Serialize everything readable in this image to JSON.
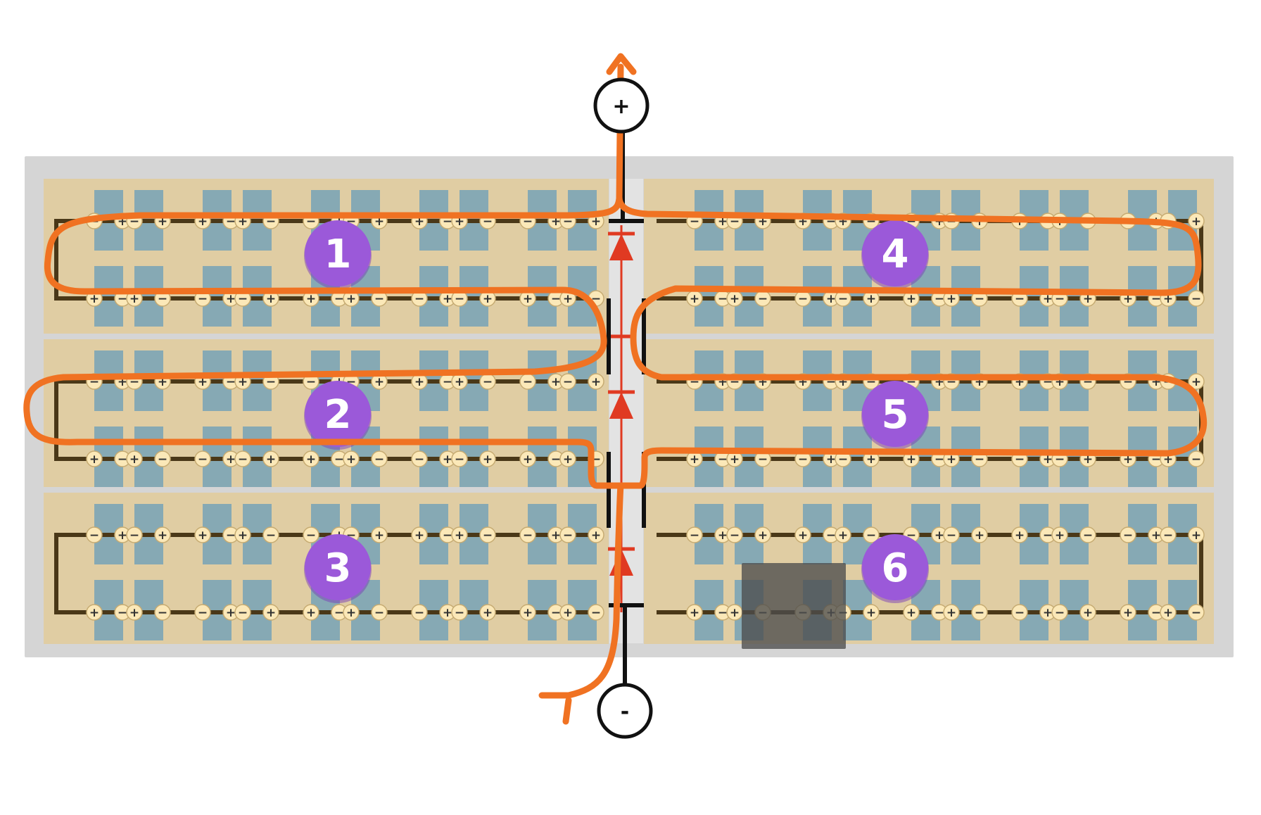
{
  "colors": {
    "frame": "#d5d5d5",
    "panel": "#e0cda3",
    "cell": "#86a9b4",
    "busbar": "#4a3818",
    "terminal_disc": "#fbe8b8",
    "badge": "#9b59d9",
    "diode": "#e03a22",
    "current_path": "#f07222",
    "overlay": "#4d4d4d"
  },
  "terminals": {
    "top_label": "+",
    "bottom_label": "-"
  },
  "panels": [
    {
      "label": "1"
    },
    {
      "label": "2"
    },
    {
      "label": "3"
    },
    {
      "label": "4"
    },
    {
      "label": "5"
    },
    {
      "label": "6"
    }
  ],
  "polarity": {
    "plus": "+",
    "minus": "−"
  },
  "diodes": {
    "count": 3,
    "icon": "diode-icon"
  },
  "current_path": {
    "icon": "arrow-up-icon"
  }
}
